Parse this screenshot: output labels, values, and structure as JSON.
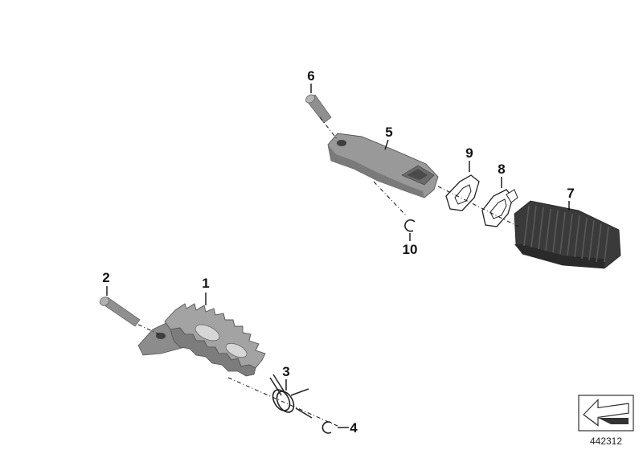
{
  "diagram": {
    "callouts": [
      "1",
      "2",
      "3",
      "4",
      "5",
      "6",
      "7",
      "8",
      "9",
      "10"
    ],
    "reference_number": "442312",
    "colors": {
      "metal": "#9a9a9a",
      "metal_dark": "#6e6e6e",
      "rubber": "#3a3a3a",
      "line": "#111111"
    }
  }
}
